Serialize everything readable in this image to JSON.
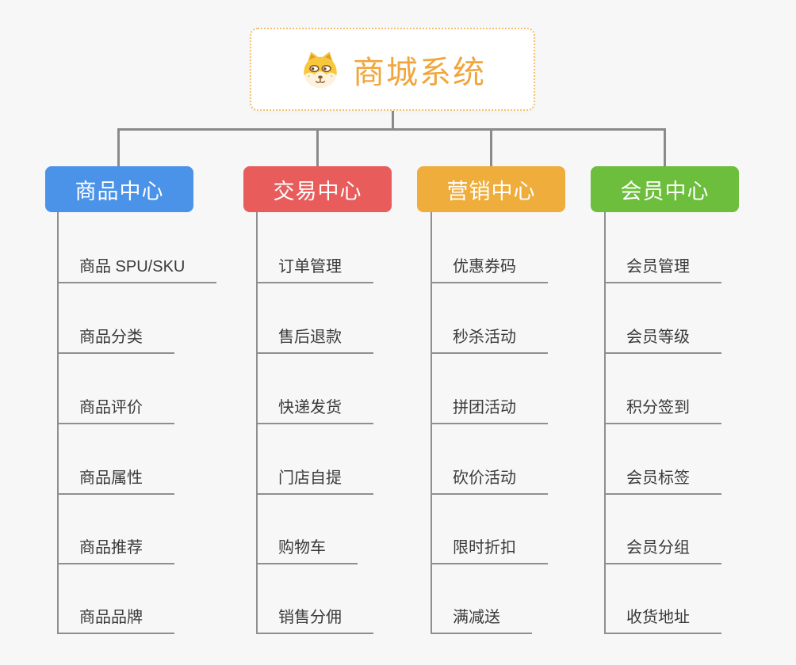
{
  "root": {
    "title": "商城系统",
    "icon": "shiba-dog-icon",
    "text_color": "#f0a63c",
    "border_color": "#f2c06e"
  },
  "palette": {
    "background": "#f7f7f7",
    "connector": "#8a8a8a",
    "leafLine": "#8f8f8f",
    "leafText": "#3a3a3a",
    "rootText": "#f0a63c",
    "rootBorder": "#f2c06e"
  },
  "branches": [
    {
      "label": "商品中心",
      "color": "#4b93e8",
      "items": [
        "商品 SPU/SKU",
        "商品分类",
        "商品评价",
        "商品属性",
        "商品推荐",
        "商品品牌"
      ]
    },
    {
      "label": "交易中心",
      "color": "#e85c5c",
      "items": [
        "订单管理",
        "售后退款",
        "快递发货",
        "门店自提",
        "购物车",
        "销售分佣"
      ]
    },
    {
      "label": "营销中心",
      "color": "#efad3b",
      "items": [
        "优惠券码",
        "秒杀活动",
        "拼团活动",
        "砍价活动",
        "限时折扣",
        "满减送"
      ]
    },
    {
      "label": "会员中心",
      "color": "#6cbe3c",
      "items": [
        "会员管理",
        "会员等级",
        "积分签到",
        "会员标签",
        "会员分组",
        "收货地址"
      ]
    }
  ]
}
